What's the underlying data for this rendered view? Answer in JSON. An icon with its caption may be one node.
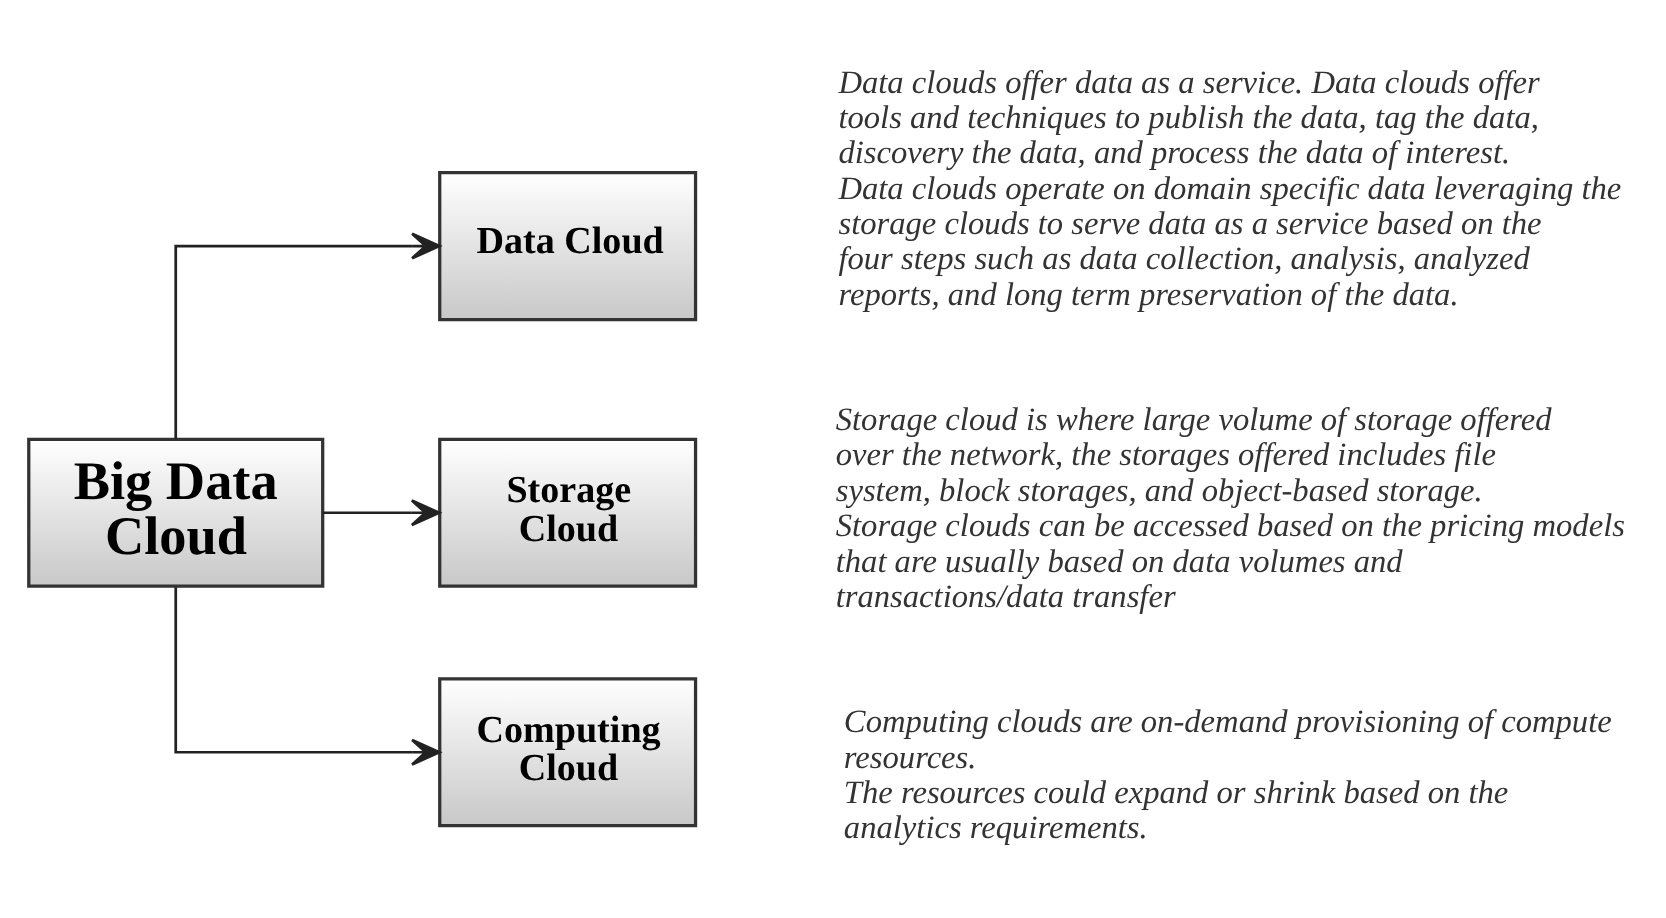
{
  "diagram": {
    "nodes": [
      {
        "text": [
          "Big Data Cloud"
        ]
      },
      {
        "text": [
          "Data Cloud"
        ],
        "beside": [
          "Data clouds offer data as a service. Data clouds offer tools and techniques to publish the data, tag the data, discovery the data, and process the data of interest.",
          "Data clouds operate on domain specific data leveraging the storage clouds to serve data as a service based on the four steps such as data collection, analysis, analyzed reports, and long term preservation of the data."
        ]
      },
      {
        "text": [
          "Storage Cloud"
        ],
        "beside": [
          "Storage cloud is where large volume of storage offered over the network, the storages offered includes file system, block storages, and object-based storage.",
          "Storage clouds can be accessed based on the pricing models that are usually based on data volumes and transactions/data transfer"
        ]
      },
      {
        "text": [
          "Computing Cloud"
        ],
        "beside": [
          "Computing clouds are on-demand provisioning of compute resources.",
          "The resources could expand or shrink based on the analytics requirements."
        ]
      }
    ],
    "edges": [
      {
        "from": 0,
        "to": 1,
        "arrow": "to"
      },
      {
        "from": 0,
        "to": 2,
        "arrow": "to"
      },
      {
        "from": 0,
        "to": 3,
        "arrow": "to"
      }
    ]
  }
}
